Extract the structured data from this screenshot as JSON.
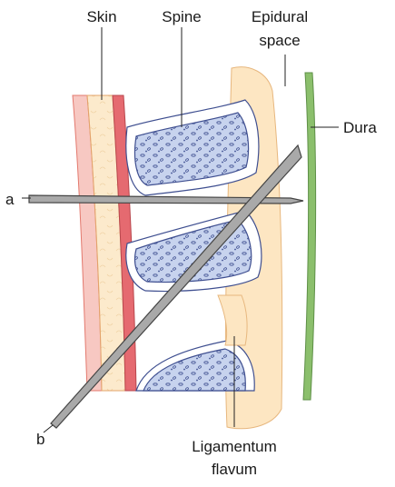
{
  "labels": {
    "skin": "Skin",
    "spine": "Spine",
    "epidural_line1": "Epidural",
    "epidural_line2": "space",
    "dura": "Dura",
    "needle_a": "a",
    "needle_b": "b",
    "ligamentum_line1": "Ligamentum",
    "ligamentum_line2": "flavum"
  },
  "colors": {
    "skin_fill": "#fbe3bb",
    "skin_edge": "#e3796e",
    "skin_dermis": "#e56a70",
    "fat_fill": "#fcdcb0",
    "bone_fill": "#c7d3ee",
    "bone_outline": "#3f4f90",
    "ligament_fill": "#fde6c2",
    "dura": "#8bbf6c",
    "needle_fill": "#a9a9a9",
    "needle_outline": "#444444",
    "leader_line": "#222222"
  }
}
